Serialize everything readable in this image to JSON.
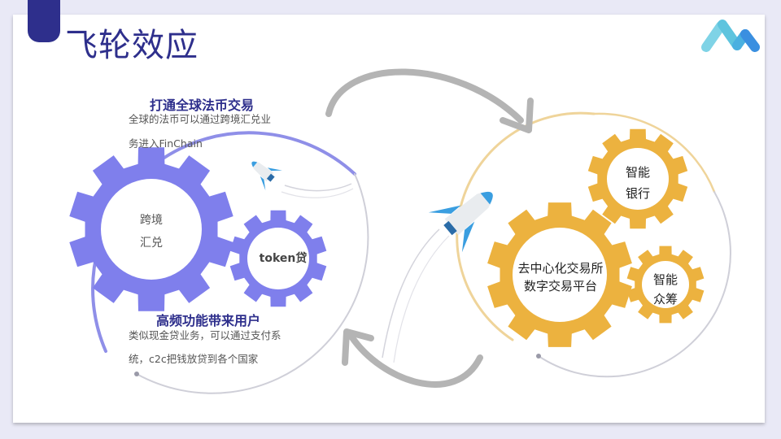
{
  "title": "飞轮效应",
  "left_circle": {
    "top_heading": "打通全球法币交易",
    "top_desc_line1": "全球的法币可以通过跨境汇兑业",
    "top_desc_line2": "务进入FinChain",
    "big_gear_line1": "跨境",
    "big_gear_line2": "汇兑",
    "small_gear": "token贷",
    "bottom_heading": "高频功能带来用户",
    "bottom_desc_line1": "类似现金贷业务，可以通过支付系",
    "bottom_desc_line2": "统，c2c把钱放贷到各个国家"
  },
  "right_circle": {
    "big_gear_line1": "去中心化交易所",
    "big_gear_line2": "数字交易平台",
    "top_gear_line1": "智能",
    "top_gear_line2": "银行",
    "small_gear_line1": "智能",
    "small_gear_line2": "众筹"
  },
  "colors": {
    "title": "#2e2f8c",
    "purple_gear": "#7f7fec",
    "orange_gear": "#ecb23f",
    "arrow": "#b4b4b4",
    "rocket_blue": "#3a9ee0"
  },
  "icons": [
    "logo-icon",
    "rocket-icon",
    "curved-arrow-icon"
  ]
}
